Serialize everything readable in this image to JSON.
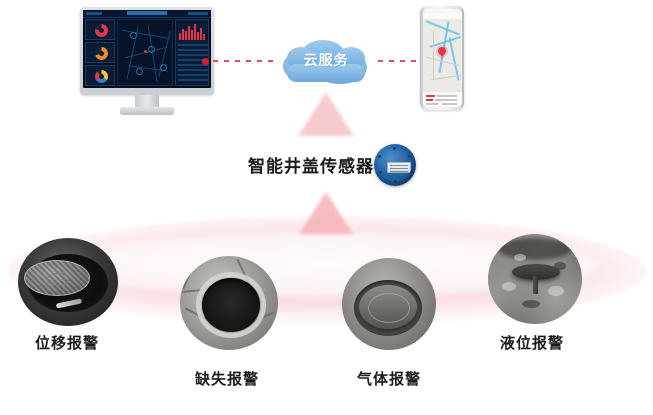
{
  "diagram": {
    "title_text_present": false,
    "cloud": {
      "label": "云服务",
      "color": "#7fb6e3"
    },
    "sensor": {
      "label": "智能井盖传感器",
      "device_name": "manhole-sensor-device",
      "color": "#1e5ea6"
    },
    "connectors": [
      {
        "name": "cloud-to-monitor",
        "style": "dashed",
        "color": "#d61f37",
        "direction": "left"
      },
      {
        "name": "cloud-to-phone",
        "style": "dashed",
        "color": "#d61f37",
        "direction": "right"
      }
    ],
    "flow_arrows": [
      {
        "name": "sensor-to-cloud-arrow",
        "color": "#f3bac0",
        "direction": "up"
      },
      {
        "name": "alarms-to-sensor-arrow",
        "color": "#f3b0b7",
        "direction": "up"
      }
    ],
    "devices": {
      "monitor": {
        "name": "desktop-monitor",
        "screen": "operations-dashboard"
      },
      "phone": {
        "name": "mobile-phone",
        "screen": "map-with-location-pin"
      }
    },
    "alarms": [
      {
        "id": "displacement",
        "label": "位移报警",
        "image": "manhole-cover-displaced"
      },
      {
        "id": "missing",
        "label": "缺失报警",
        "image": "manhole-cover-missing"
      },
      {
        "id": "gas",
        "label": "气体报警",
        "image": "manhole-cover-gas"
      },
      {
        "id": "water-level",
        "label": "液位报警",
        "image": "manhole-cover-water-level"
      }
    ],
    "colors": {
      "accent_pink": "#f4bcc2",
      "accent_red": "#d61f37",
      "cloud_blue": "#7fb6e3",
      "sensor_blue": "#1e5ea6",
      "background": "#ffffff"
    }
  }
}
